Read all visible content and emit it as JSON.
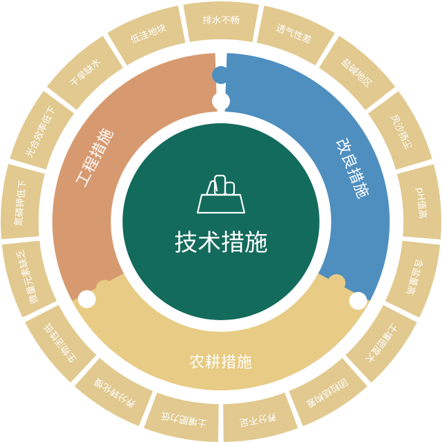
{
  "center": {
    "title": "技术措施",
    "icon": "stones-in-basket-icon"
  },
  "middle_ring": [
    {
      "label": "改良措施",
      "color": "#4f8fc0"
    },
    {
      "label": "农耕措施",
      "color": "#e8cb84"
    },
    {
      "label": "工程措施",
      "color": "#d79a70"
    }
  ],
  "outer_ring": {
    "color": "#e1c98f",
    "items": [
      "透气性差",
      "盐碱地区",
      "风沙扬尘",
      "pH值高",
      "含盐量高",
      "土壤密度大",
      "团粒结构差",
      "养分不足",
      "土壤肥力低",
      "养分转化慢",
      "生物活性低",
      "微量元素缺乏",
      "氮磷钾低下",
      "光合效率低下",
      "干旱缺水",
      "低洼地块",
      "排水不畅"
    ]
  },
  "colors": {
    "center": "#136b5c",
    "text_light": "#ffffff",
    "background": "#ffffff"
  }
}
